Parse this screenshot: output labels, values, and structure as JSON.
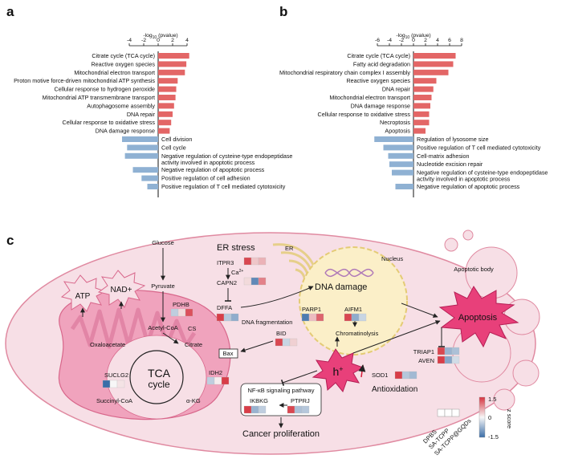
{
  "panel_a": {
    "letter": "a",
    "axis_title_prefix": "-log",
    "axis_title_sub": "10",
    "axis_title_suffix": " (pvalue)",
    "ticks": [
      "-4",
      "-2",
      "0",
      "2",
      "4"
    ],
    "up_terms": [
      {
        "label": "Citrate cycle (TCA cycle)",
        "value": 4.3
      },
      {
        "label": "Reactive oxygen species",
        "value": 3.9
      },
      {
        "label": "Mitochondrial electron transport",
        "value": 3.7
      },
      {
        "label": "Proton motive force-driven mitochondrial ATP synthesis",
        "value": 2.7
      },
      {
        "label": "Cellular response to hydrogen peroxide",
        "value": 2.5
      },
      {
        "label": "Mitochondrial ATP transmembrane transport",
        "value": 2.4
      },
      {
        "label": "Autophagosome assembly",
        "value": 2.2
      },
      {
        "label": "DNA repair",
        "value": 2.0
      },
      {
        "label": "Cellular response to oxidative stress",
        "value": 1.8
      },
      {
        "label": "DNA damage response",
        "value": 1.6
      }
    ],
    "down_terms": [
      {
        "label": "Cell division",
        "value": -5.0
      },
      {
        "label": "Cell cycle",
        "value": -4.3
      },
      {
        "label": "Negative regulation of cysteine-type endopeptidase",
        "label2": "activity involved in apoptotic process",
        "value": -4.6
      },
      {
        "label": "Negative regulation of apoptotic process",
        "value": -3.5
      },
      {
        "label": "Positive regulation of cell adhesion",
        "value": -2.3
      },
      {
        "label": "Positive regulation of T cell mediated cytotoxicity",
        "value": -1.5
      }
    ]
  },
  "panel_b": {
    "letter": "b",
    "axis_title_prefix": "-log",
    "axis_title_sub": "10",
    "axis_title_suffix": " (pvalue)",
    "ticks": [
      "-6",
      "-4",
      "-2",
      "0",
      "2",
      "4",
      "6",
      "8"
    ],
    "up_terms": [
      {
        "label": "Citrate cycle (TCA cycle)",
        "value": 7.0
      },
      {
        "label": "Fatty acid degradation",
        "value": 6.6
      },
      {
        "label": "Mitochondrial respiratory chain complex I assembly",
        "value": 5.8
      },
      {
        "label": "Reactive oxygen species",
        "value": 3.8
      },
      {
        "label": "DNA repair",
        "value": 3.3
      },
      {
        "label": "Mitochondrial electron transport",
        "value": 3.0
      },
      {
        "label": "DNA damage response",
        "value": 2.8
      },
      {
        "label": "Cellular response to oxidative stress",
        "value": 2.6
      },
      {
        "label": "Necroptosis",
        "value": 2.6
      },
      {
        "label": "Apoptosis",
        "value": 2.0
      }
    ],
    "down_terms": [
      {
        "label": "Regulation of lysosome size",
        "value": -6.5
      },
      {
        "label": "Positive regulation of T cell mediated cytotoxicity",
        "value": -5.0
      },
      {
        "label": "Cell-matrix adhesion",
        "value": -4.2
      },
      {
        "label": "Nucleotide excision repair",
        "value": -4.0
      },
      {
        "label": "Negative regulation of cysteine-type endopeptidase",
        "label2": "activity involved in apoptotic process",
        "value": -3.6
      },
      {
        "label": "Negative regulation of apoptotic process",
        "value": -3.0
      }
    ]
  },
  "colors": {
    "up": "#e36666",
    "down": "#8fb1d3",
    "cell": "#f7dfe6",
    "cell_border": "#e08aa1",
    "mito": "#f0a3bd",
    "nucleus": "#fbefc8",
    "nucleus_border": "#e4cb75",
    "apoptosis": "#e8407a"
  },
  "panel_c": {
    "letter": "c",
    "glucose": "Glucose",
    "pyruvate": "Pyruvate",
    "pdhb": "PDHB",
    "acetyl_coa": "Acetyl-CoA",
    "cs": "CS",
    "citrate": "Citrate",
    "idh2": "IDH2",
    "a_kg": "α-KG",
    "succinyl_coa": "Succinyl-CoA",
    "suclg2": "SUCLG2",
    "oxaloacetate": "Oxaloacetate",
    "tca1": "TCA",
    "tca2": "cycle",
    "atp": "ATP",
    "nad": "NAD+",
    "er_stress": "ER stress",
    "itpr3": "ITPR3",
    "ca": "Ca",
    "ca_sup": "2+",
    "capn2": "CAPN2",
    "dffa": "DFFA",
    "er": "ER",
    "dna_damage": "DNA damage",
    "nucleus": "Nucleus",
    "dna_fragmentation": "DNA fragmentation",
    "parp1": "PARP1",
    "aifm1": "AIFM1",
    "chromatinolysis": "Chromatinolysis",
    "bid": "BID",
    "bax": "Bax",
    "h_plus": "h",
    "h_sup": "+",
    "sod1": "SOD1",
    "antioxidation": "Antioxidation",
    "nfkb": "NF-κB signaling pathway",
    "ikbkg": "IKBKG",
    "ptprj": "PTPRJ",
    "cancer": "Cancer proliferation",
    "apoptotic_body": "Apoptotic body",
    "apoptosis": "Apoptosis",
    "triap1": "TRIAP1",
    "aven": "AVEN",
    "legend_groups": [
      "DPBS",
      "SA-TCPP",
      "SA-TCPP@GQDs"
    ],
    "zscore_label": "z score",
    "zscore_ticks": [
      "1.5",
      "0",
      "-1.5"
    ]
  },
  "heatmaps": {
    "itpr3": [
      0.9,
      0.25,
      0.35
    ],
    "capn2": [
      0.15,
      -0.8,
      0.6
    ],
    "pdhb": [
      -0.3,
      0.15,
      0.85
    ],
    "dffa": [
      0.95,
      -0.35,
      -0.55
    ],
    "bid": [
      0.9,
      -0.25,
      0.2
    ],
    "parp1": [
      -0.9,
      0.3,
      0.75
    ],
    "aifm1": [
      0.9,
      -0.55,
      -0.25
    ],
    "suclg2": [
      -1.0,
      0.0,
      0.1
    ],
    "idh2": [
      -0.3,
      0.05,
      0.95
    ],
    "sod1": [
      0.95,
      -0.35,
      -0.45
    ],
    "ikbkg": [
      0.95,
      -0.5,
      -0.3
    ],
    "ptprj": [
      0.9,
      -0.4,
      -0.35
    ],
    "triap1": [
      0.9,
      -0.5,
      -0.4
    ],
    "aven": [
      0.95,
      -0.6,
      -0.2
    ]
  }
}
